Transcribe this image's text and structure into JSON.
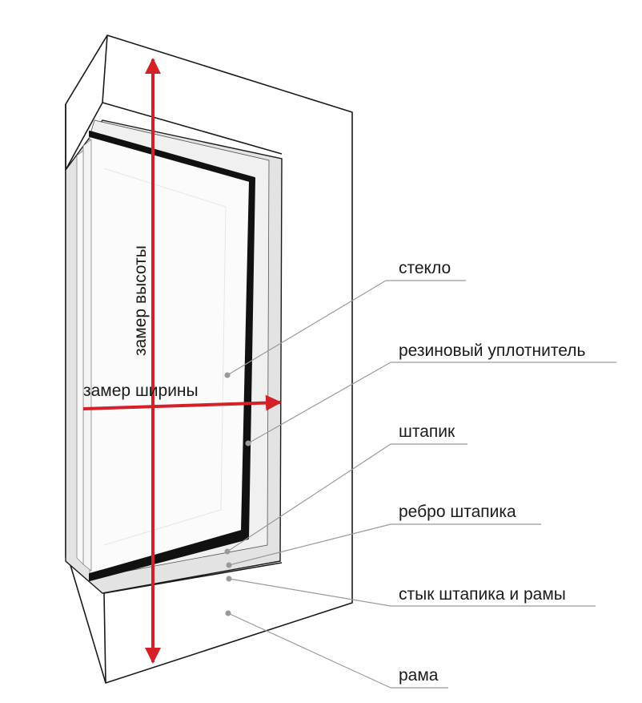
{
  "measurements": {
    "height": "замер высоты",
    "width": "замер ширины"
  },
  "labels": {
    "glass": "стекло",
    "rubber_seal": "резиновый уплотнитель",
    "glazing_bead": "штапик",
    "bead_edge": "ребро штапика",
    "bead_frame_joint": "стык штапика и рамы",
    "frame": "рама"
  },
  "colors": {
    "arrow": "#d42027",
    "bead_fill": "#e3e3e3",
    "seal": "#111111",
    "leader": "#9a9a9a"
  }
}
